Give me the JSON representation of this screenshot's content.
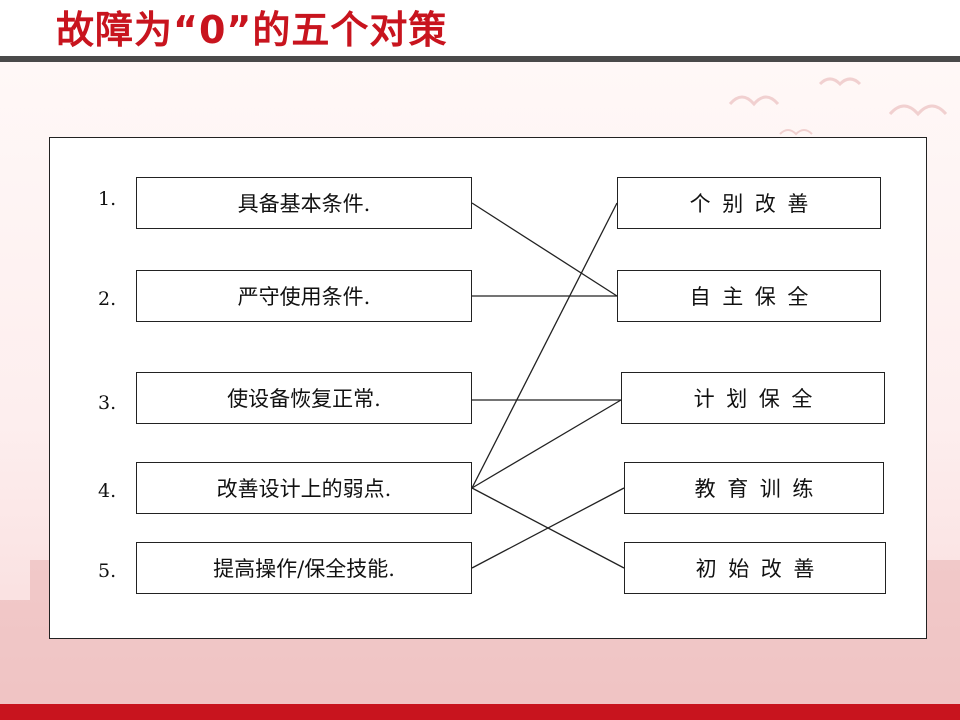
{
  "slide": {
    "title": "故障为“0”的五个对策"
  },
  "diagram": {
    "left_items": [
      {
        "number": "1.",
        "label": "具备基本条件."
      },
      {
        "number": "2.",
        "label": "严守使用条件."
      },
      {
        "number": "3.",
        "label": "使设备恢复正常."
      },
      {
        "number": "4.",
        "label": "改善设计上的弱点."
      },
      {
        "number": "5.",
        "label": "提高操作/保全技能."
      }
    ],
    "right_items": [
      {
        "label": "个别改善"
      },
      {
        "label": "自主保全"
      },
      {
        "label": "计划保全"
      },
      {
        "label": "教育训练"
      },
      {
        "label": "初始改善"
      }
    ],
    "connections": [
      {
        "from": "具备基本条件.",
        "to": "自主保全"
      },
      {
        "from": "严守使用条件.",
        "to": "自主保全"
      },
      {
        "from": "使设备恢复正常.",
        "to": "计划保全"
      },
      {
        "from": "改善设计上的弱点.",
        "to": "个别改善"
      },
      {
        "from": "改善设计上的弱点.",
        "to": "计划保全"
      },
      {
        "from": "改善设计上的弱点.",
        "to": "初始改善"
      },
      {
        "from": "提高操作/保全技能.",
        "to": "教育训练"
      }
    ]
  },
  "colors": {
    "title": "#c8141e",
    "rule": "#4a4a4a",
    "accent_bar": "#c8141e",
    "line": "#222222"
  }
}
